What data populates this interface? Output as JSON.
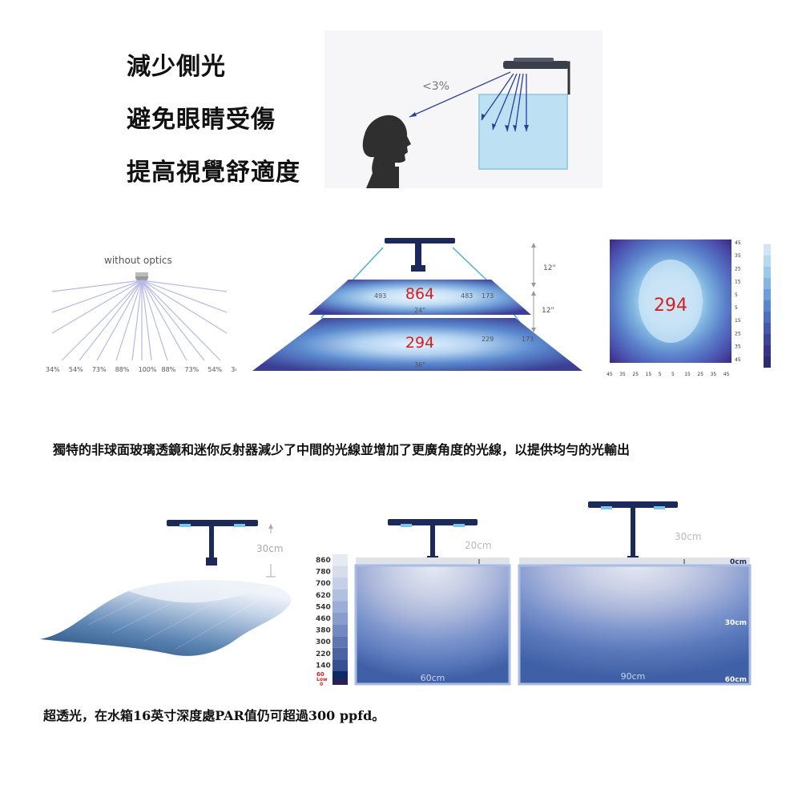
{
  "headlines": [
    "減少側光",
    "避免眼睛受傷",
    "提高視覺舒適度"
  ],
  "side_light": {
    "percent_label": "<3%"
  },
  "optics": {
    "without_label": "without optics",
    "percentages": [
      "34%",
      "54%",
      "73%",
      "88%",
      "100%",
      "88%",
      "73%",
      "54%",
      "34%"
    ]
  },
  "pyramid": {
    "height_top": "12\"",
    "height_bottom": "12\"",
    "upper": {
      "center": "864",
      "left": "493",
      "right_a": "483",
      "right_b": "173",
      "width": "24\""
    },
    "lower": {
      "center": "294",
      "right_a": "229",
      "right_b": "173",
      "width": "36\""
    }
  },
  "heatmap": {
    "center": "294",
    "right_ticks": [
      "45",
      "35",
      "25",
      "15",
      "5",
      "5",
      "15",
      "25",
      "35",
      "45"
    ],
    "bottom_ticks": [
      "45",
      "35",
      "25",
      "15",
      "5",
      "5",
      "15",
      "25",
      "35",
      "45"
    ]
  },
  "caption_optics": "獨特的非球面玻璃透鏡和迷你反射器減少了中間的光線並增加了更廣角度的光線，以提供均勻的光輸出",
  "surface": {
    "height_label": "30cm"
  },
  "par_legend": {
    "values": [
      "860",
      "780",
      "700",
      "620",
      "540",
      "460",
      "380",
      "300",
      "220",
      "140"
    ],
    "low_value": "60",
    "low_text": "Low",
    "zero": "0"
  },
  "tank_small": {
    "height_label": "20cm",
    "width_label": "60cm"
  },
  "tank_large": {
    "height_label": "30cm",
    "width_label": "90cm",
    "depth_top": "0cm",
    "depth_mid": "30cm",
    "depth_bottom": "60cm"
  },
  "caption_par": "超透光，在水箱16英寸深度處PAR值仍可超過300 ppfd。"
}
